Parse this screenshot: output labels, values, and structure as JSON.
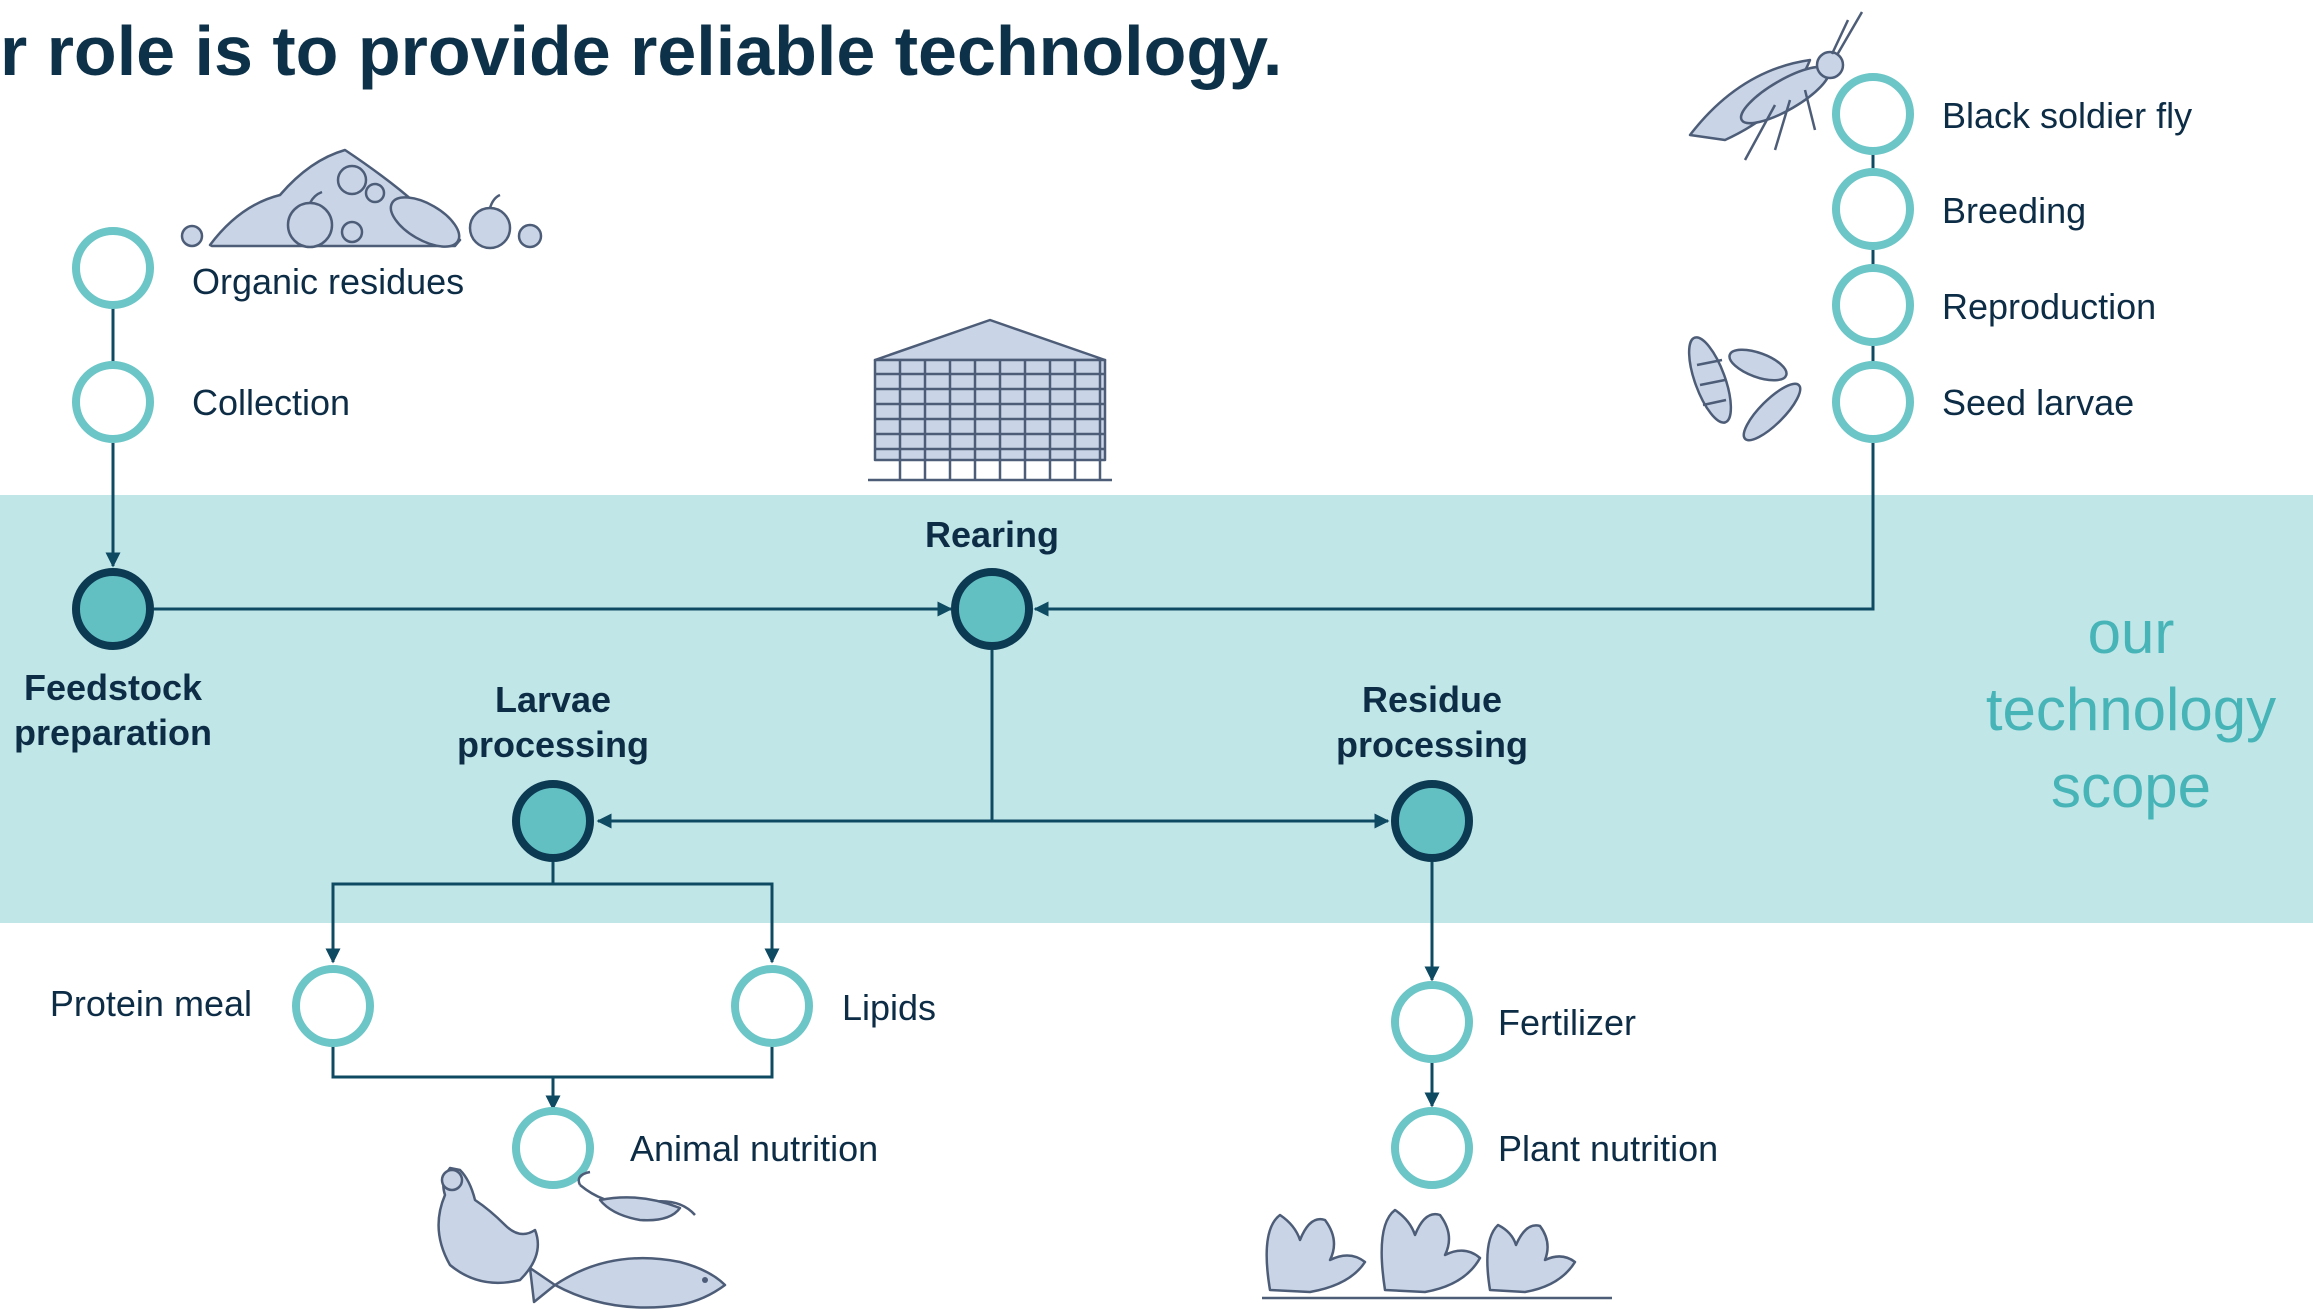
{
  "title": "r role is to provide reliable technology.",
  "scope_label": {
    "line1": "our",
    "line2": "technology",
    "line3": "scope"
  },
  "colors": {
    "band": "#c0e6e8",
    "accent": "#62c0c3",
    "node_outline": "#6cc5c6",
    "line": "#0f4a63",
    "title": "#0d3149",
    "scope_text": "#47b4b8"
  },
  "feed": {
    "organic_residues": "Organic residues",
    "collection": "Collection"
  },
  "core": {
    "feedstock_line1": "Feedstock",
    "feedstock_line2": "preparation",
    "rearing": "Rearing",
    "larvae_line1": "Larvae",
    "larvae_line2": "processing",
    "residue_line1": "Residue",
    "residue_line2": "processing"
  },
  "insects": {
    "black_soldier_fly": "Black soldier fly",
    "breeding": "Breeding",
    "reproduction": "Reproduction",
    "seed_larvae": "Seed larvae"
  },
  "outputs": {
    "protein_meal": "Protein meal",
    "lipids": "Lipids",
    "animal_nutrition": "Animal nutrition",
    "fertilizer": "Fertilizer",
    "plant_nutrition": "Plant nutrition"
  },
  "illustrations": [
    "organic-waste-pile",
    "insect-farm-building",
    "black-soldier-fly",
    "larvae",
    "livestock-and-fish",
    "plants"
  ]
}
